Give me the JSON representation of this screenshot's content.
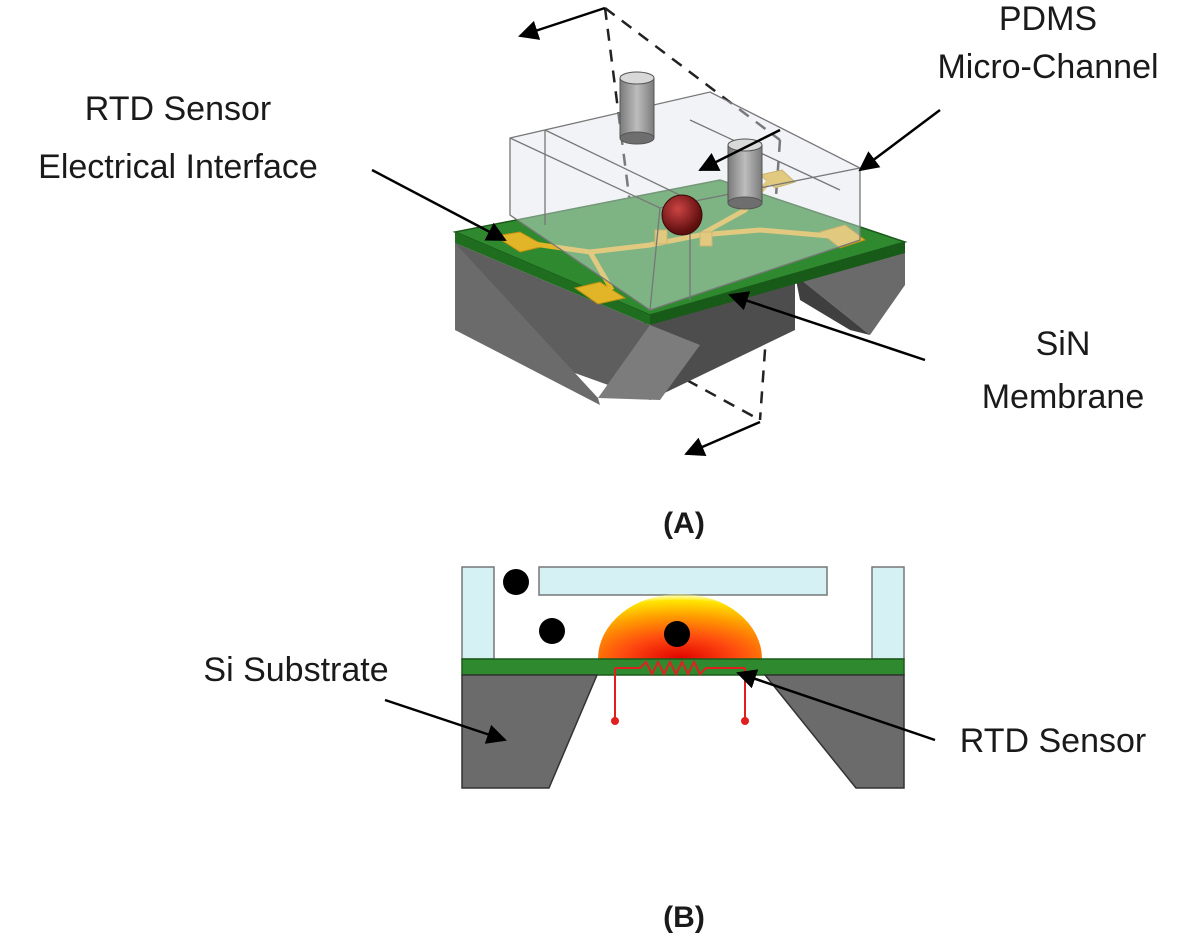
{
  "labels": {
    "pdms_line1": "PDMS",
    "pdms_line2": "Micro-Channel",
    "rtd_interface_line1": "RTD Sensor",
    "rtd_interface_line2": "Electrical Interface",
    "sin_line1": "SiN",
    "sin_line2": "Membrane",
    "si_substrate": "Si Substrate",
    "rtd_sensor": "RTD Sensor"
  },
  "panels": {
    "a": "(A)",
    "b": "(B)"
  },
  "colors": {
    "membrane_green": "#2f8a2f",
    "substrate_gray": "#6b6b6b",
    "pdms_fill": "#d5f1f4",
    "gold_trace": "#e2b528",
    "heater_red": "#e02020",
    "particle_red": "#8b1a1a"
  },
  "icons": [
    "arrow-icon",
    "inlet-tube-icon",
    "particle-icon",
    "resistor-icon"
  ]
}
